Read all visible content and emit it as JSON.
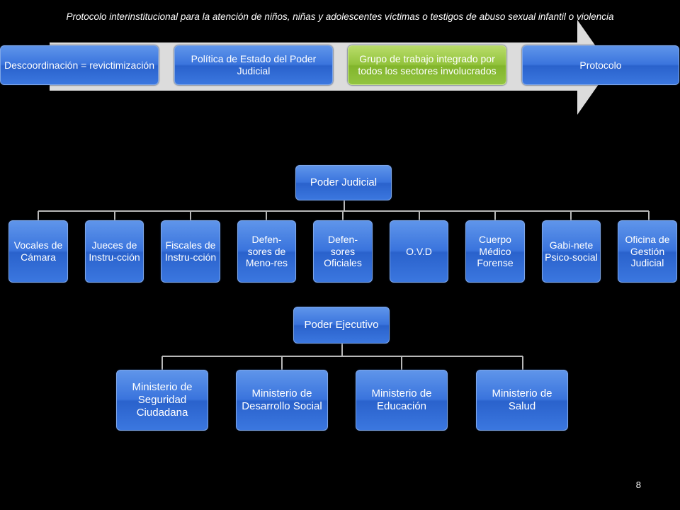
{
  "header": {
    "title": "Protocolo interinstitucional para la atención de niños, niñas y adolescentes víctimas o testigos de abuso sexual infantil o violencia"
  },
  "process": {
    "steps": [
      {
        "label": "Descoordinación = revictimización"
      },
      {
        "label": "Política de Estado del Poder Judicial"
      },
      {
        "label": "Grupo de trabajo integrado por todos los sectores involucrados",
        "highlight": true
      },
      {
        "label": "Protocolo"
      }
    ]
  },
  "poder_judicial": {
    "root": "Poder Judicial",
    "children": [
      "Vocales de Cámara",
      "Jueces de Instru-cción",
      "Fiscales de Instru-cción",
      "Defen-sores de Meno-res",
      "Defen-sores Oficiales",
      "O.V.D",
      "Cuerpo Médico Forense",
      "Gabi-nete Psico-social",
      "Oficina de Gestión Judicial"
    ]
  },
  "poder_ejecutivo": {
    "root": "Poder Ejecutivo",
    "children": [
      "Ministerio de Seguridad Ciudadana",
      "Ministerio de Desarrollo Social",
      "Ministerio de Educación",
      "Ministerio de Salud"
    ]
  },
  "footer": {
    "page_number": "8"
  },
  "colors": {
    "box_blue": "#3a74dd",
    "box_green": "#92c33c",
    "arrow": "#dcdcdc",
    "connector": "#b8b8b8"
  }
}
